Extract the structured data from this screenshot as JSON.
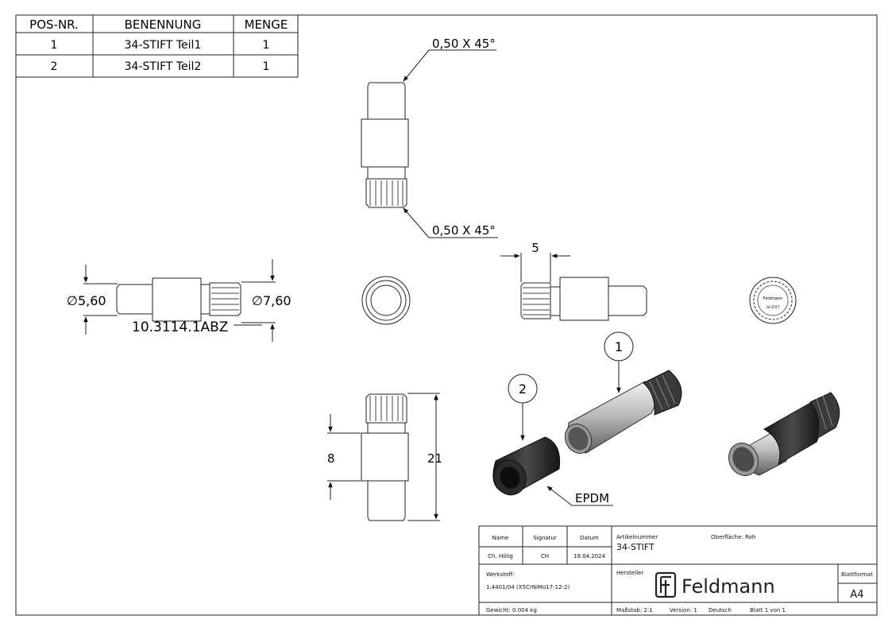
{
  "bom": {
    "headers": [
      "POS-NR.",
      "BENENNUNG",
      "MENGE"
    ],
    "rows": [
      {
        "pos": "1",
        "name": "34-STIFT Teil1",
        "qty": "1"
      },
      {
        "pos": "2",
        "name": "34-STIFT Teil2",
        "qty": "1"
      }
    ]
  },
  "dims": {
    "chamfer_top": "0,50 X 45°",
    "chamfer_bottom": "0,50 X 45°",
    "dia_left": "∅5,60",
    "dia_right": "∅7,60",
    "part_number": "10.3114.1ABZ",
    "knurl_len": "5",
    "height_8": "8",
    "height_21": "21"
  },
  "balloons": {
    "b1": "1",
    "b2": "2"
  },
  "material_label": "EPDM",
  "end_view_logo": {
    "brand": "Feldmann",
    "code": "34-STIFT"
  },
  "title_block": {
    "name_hdr": "Name",
    "sig_hdr": "Signatur",
    "date_hdr": "Datum",
    "name": "Ch. Hölig",
    "sig": "CH",
    "date": "19.04.2024",
    "art_hdr": "Artikelnummer",
    "art": "34-STIFT",
    "surface": "Oberfläche: Roh",
    "material_hdr": "Werkstoff:",
    "material": "1.4401/04 (X5CrNiMo17-12-2)",
    "maker_hdr": "Hersteller",
    "brand": "Feldmann",
    "format_hdr": "Blattformat",
    "format": "A4",
    "weight": "Gewicht: 0.004 kg",
    "scale": "Maßstab: 2:1",
    "version": "Version: 1",
    "language": "Deutsch",
    "sheet": "Blatt 1 von 1"
  }
}
